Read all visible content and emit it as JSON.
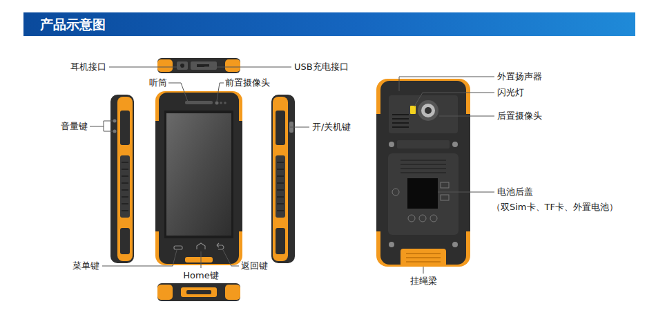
{
  "diagram": {
    "title": "产品示意图",
    "labels": [
      "耳机接口",
      "USB充电接口",
      "听筒",
      "前置摄像头",
      "音量键",
      "开/关机键",
      "菜单键",
      "Home键",
      "返回键",
      "外置扬声器",
      "闪光灯",
      "后置摄像头",
      "电池后盖",
      "（双Sim卡、TF卡、外置电池）",
      "挂绳梁"
    ]
  }
}
